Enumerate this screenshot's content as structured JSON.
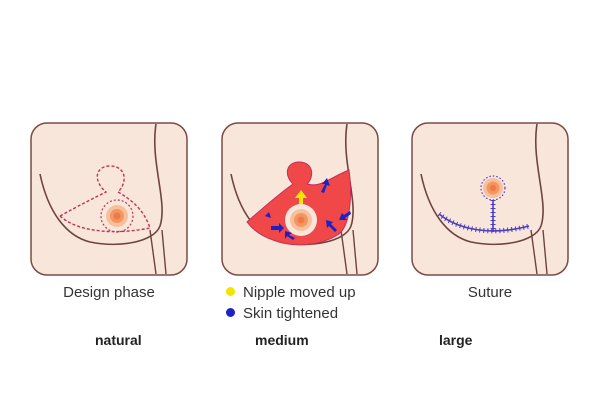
{
  "panels": [
    {
      "caption": "Design phase"
    },
    {
      "legend": [
        {
          "text": "Nipple moved up",
          "color": "#f2e600"
        },
        {
          "text": "Skin tightened",
          "color": "#1a22c8"
        }
      ]
    },
    {
      "caption": "Suture"
    }
  ],
  "size_labels": [
    "natural",
    "medium",
    "large"
  ],
  "colors": {
    "panel_bg": "#f9e6db",
    "panel_border": "#7a4b44",
    "outline": "#6e4440",
    "incision": "#c0305a",
    "red_fill": "#f04848",
    "arrow_blue": "#1a22c8",
    "arrow_yellow": "#f2e600",
    "suture": "#4a3ec0",
    "areola_outer": "#f6c09c",
    "areola_inner": "#f39662",
    "areola_core": "#ef7a45"
  }
}
